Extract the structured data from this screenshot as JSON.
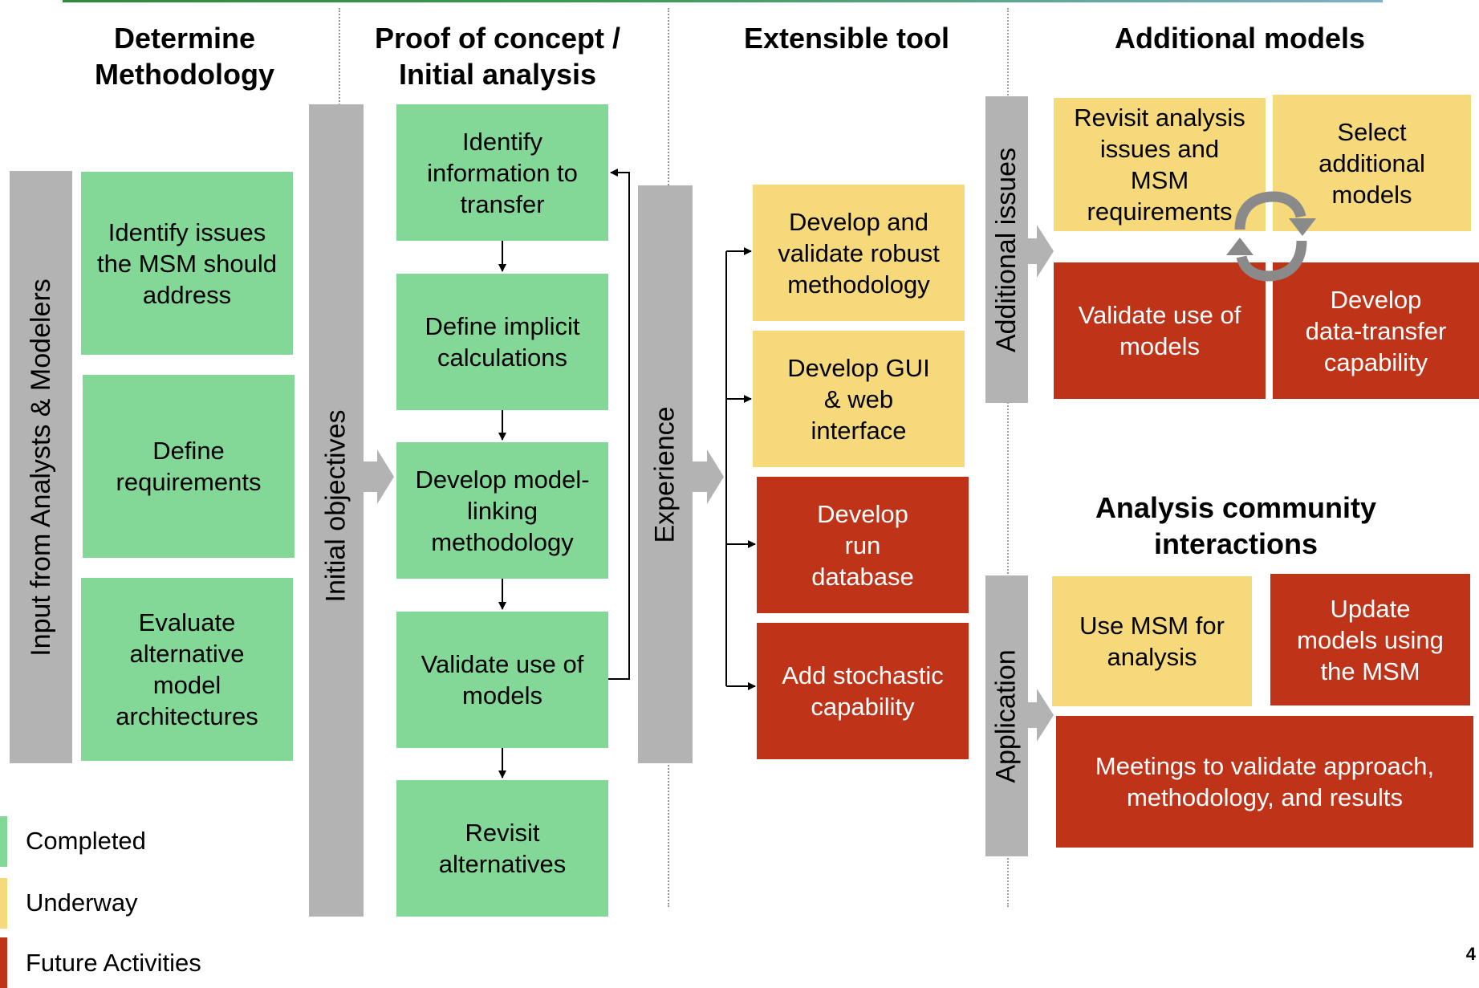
{
  "colors": {
    "completed": "#84d897",
    "underway": "#f6d97a",
    "future": "#bf3318",
    "bar": "#b3b3b3"
  },
  "headers": {
    "methodology": "Determine Methodology",
    "proof": "Proof of concept / Initial analysis",
    "extensible": "Extensible tool",
    "additional": "Additional models",
    "community": "Analysis community interactions"
  },
  "bars": {
    "input": "Input from Analysts & Modelers",
    "objectives": "Initial objectives",
    "experience": "Experience",
    "additional_issues": "Additional issues",
    "application": "Application"
  },
  "methodology_steps": [
    "Identify issues the MSM should address",
    "Define requirements",
    "Evaluate alternative model architectures"
  ],
  "proof_steps": [
    "Identify information to transfer",
    "Define implicit calculations",
    "Develop model-linking methodology",
    "Validate use of models",
    "Revisit alternatives"
  ],
  "extensible_steps": [
    "Develop and validate robust methodology",
    "Develop GUI & web interface",
    "Develop run database",
    "Add stochastic capability"
  ],
  "additional_steps": [
    "Revisit analysis issues and MSM requirements",
    "Select additional models",
    "Validate use of models",
    "Develop data-transfer capability"
  ],
  "community_steps": [
    "Use MSM for analysis",
    "Update models using the MSM",
    "Meetings to validate approach, methodology, and results"
  ],
  "legend": [
    "Completed",
    "Underway",
    "Future Activities"
  ],
  "page_number": "4"
}
